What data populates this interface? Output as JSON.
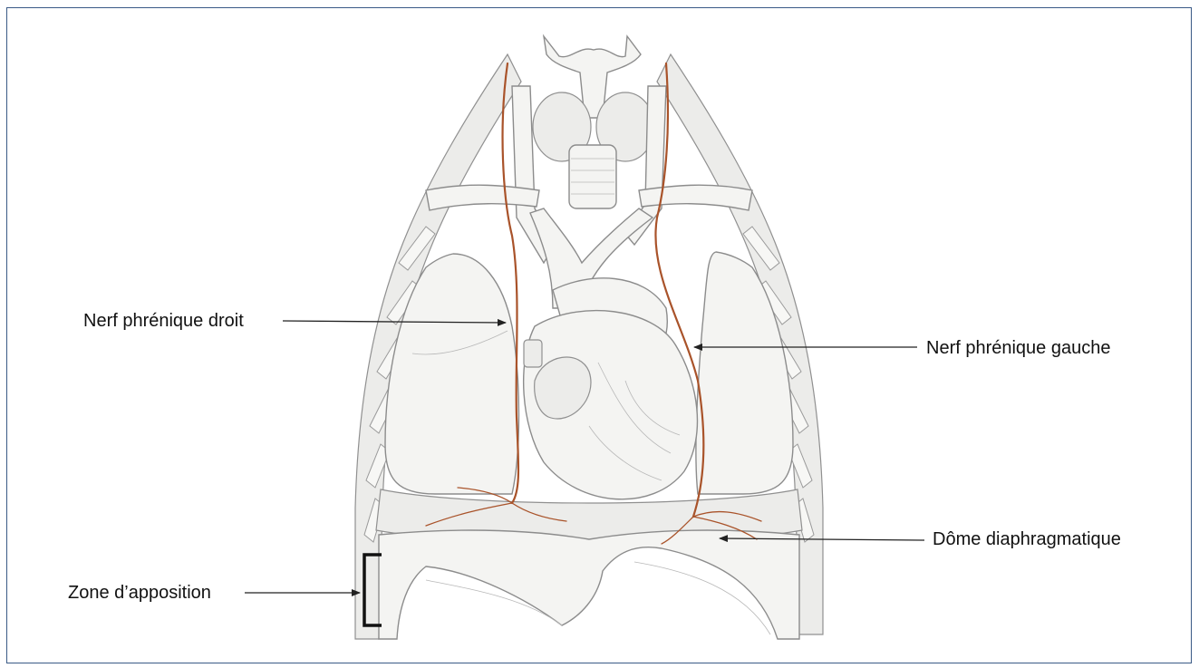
{
  "labels": {
    "right_phrenic_nerve": "Nerf phrénique droit",
    "left_phrenic_nerve": "Nerf phrénique gauche",
    "diaphragmatic_dome": "Dôme diaphragmatique",
    "zone_of_apposition": "Zone d’apposition"
  },
  "colors": {
    "frame_border": "#3a5a86",
    "nerve": "#a9532a",
    "line": "#222222"
  }
}
